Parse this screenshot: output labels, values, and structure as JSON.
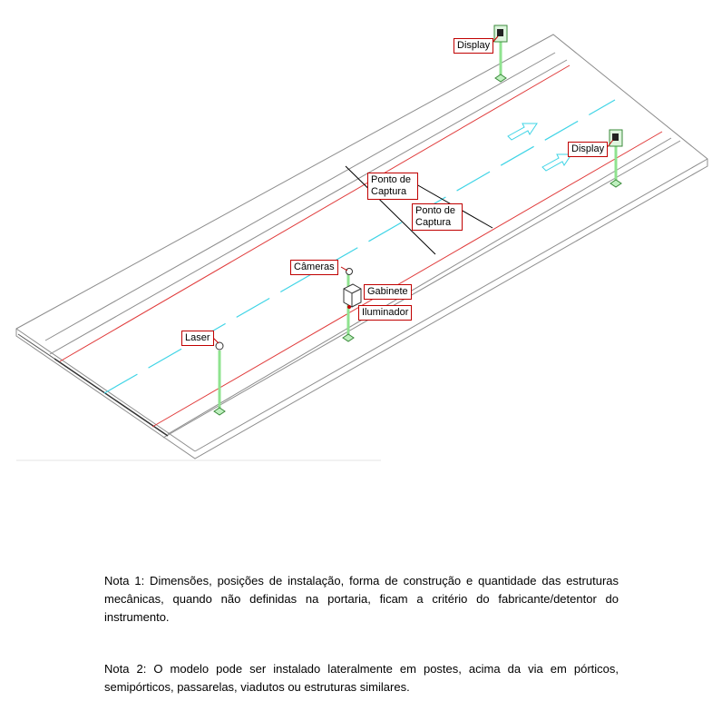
{
  "labels": {
    "display_top": "Display",
    "display_right": "Display",
    "ponto_captura_1": "Ponto de Captura",
    "ponto_captura_2": "Ponto de Captura",
    "cameras": "Câmeras",
    "gabinete": "Gabinete",
    "iluminador": "Iluminador",
    "laser": "Laser"
  },
  "notes": {
    "nota1": "Nota 1: Dimensões, posições de instalação, forma de construção e quantidade das estruturas mecânicas, quando não definidas na portaria, ficam a critério do fabricante/detentor do instrumento.",
    "nota2": "Nota 2: O modelo pode ser instalado lateralmente em postes, acima da via em pórticos, semipórticos, passarelas, viadutos ou estruturas similares."
  },
  "colors": {
    "road_outline": "#8c8c8c",
    "lane_edge": "#e03a3a",
    "center_dash": "#3fd4e6",
    "pole": "#8fe38f",
    "callout_border": "#c00000"
  }
}
